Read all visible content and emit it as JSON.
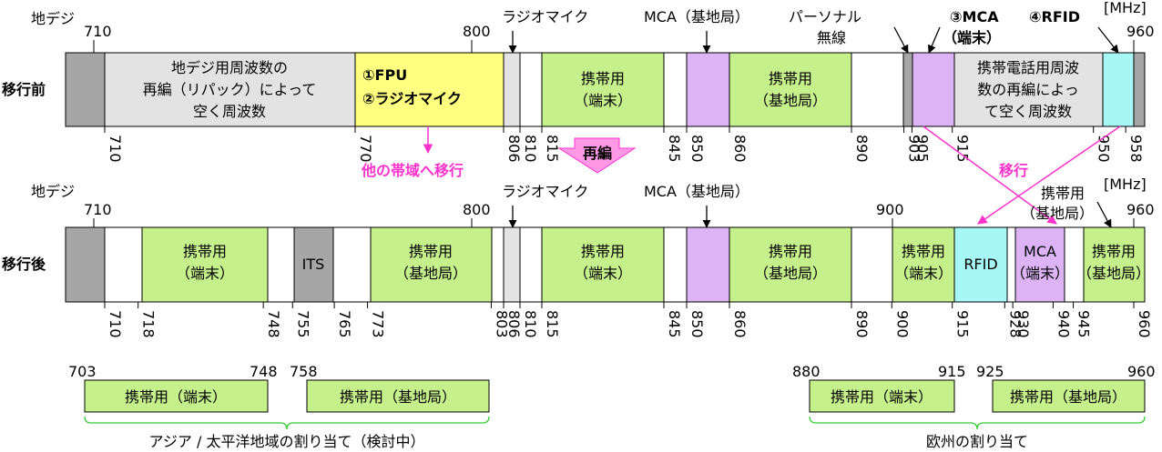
{
  "colors": {
    "gray": "#a6a6a6",
    "light": "#e3e3e3",
    "white": "#ffffff",
    "green": "#c6f08c",
    "purple": "#dcb3f5",
    "cyan": "#a8f7f7",
    "yellow": "#ffff80",
    "magenta": "#ff33cc"
  },
  "unit": "[MHz]",
  "before": {
    "row_label": "移行前",
    "top_ticks": [
      "710",
      "800",
      "960"
    ],
    "bottom_ticks": [
      "710",
      "770",
      "806",
      "810",
      "815",
      "845",
      "850",
      "860",
      "890",
      "903",
      "905",
      "915",
      "950",
      "958"
    ],
    "labels": {
      "chideji": "地デジ",
      "radio_mic": "ラジオマイク",
      "mca_base": "MCA（基地局）",
      "personal_line1": "パーソナル",
      "personal_line2": "無線",
      "mca_terminal_line1": "③MCA",
      "mca_terminal_line2": "（端末）",
      "rfid": "④RFID"
    },
    "blocks": {
      "repack_line1": "地デジ用周波数の",
      "repack_line2": "再編（リパック）によって",
      "repack_line3": "空く周波数",
      "fpu": "①FPU",
      "radio_mic": "②ラジオマイク",
      "mobile_term_line1": "携帯用",
      "mobile_term_line2": "（端末）",
      "mobile_base_line1": "携帯用",
      "mobile_base_line2": "（基地局）",
      "right_line1": "携帯電話用周波",
      "right_line2": "数の再編によっ",
      "right_line3": "て空く周波数"
    }
  },
  "transition": {
    "reorg": "再編",
    "move_other": "他の帯域へ移行",
    "move": "移行"
  },
  "after": {
    "row_label": "移行後",
    "top_ticks": [
      "710",
      "800",
      "900",
      "960"
    ],
    "bottom_ticks": [
      "710",
      "718",
      "748",
      "755",
      "765",
      "773",
      "803",
      "806",
      "810",
      "815",
      "845",
      "850",
      "860",
      "890",
      "900",
      "915",
      "928",
      "930",
      "940",
      "945",
      "960"
    ],
    "labels": {
      "chideji": "地デジ",
      "radio_mic": "ラジオマイク",
      "mca_base": "MCA（基地局）",
      "mobile_base_line1": "携帯用",
      "mobile_base_line2": "（基地局）"
    },
    "blocks": {
      "mobile_term_line1": "携帯用",
      "mobile_term_line2": "（端末）",
      "its": "ITS",
      "mobile_base_line1": "携帯用",
      "mobile_base_line2": "（基地局）",
      "rfid": "RFID",
      "mca_line1": "MCA",
      "mca_line2": "（端末）"
    }
  },
  "allocations": {
    "asia": {
      "ticks": [
        "703",
        "748",
        "758"
      ],
      "term": "携帯用（端末）",
      "base": "携帯用（基地局）",
      "caption": "アジア / 太平洋地域の割り当て（検討中）"
    },
    "europe": {
      "ticks": [
        "880",
        "915",
        "925",
        "960"
      ],
      "term": "携帯用（端末）",
      "base": "携帯用（基地局）",
      "caption": "欧州の割り当て"
    }
  }
}
